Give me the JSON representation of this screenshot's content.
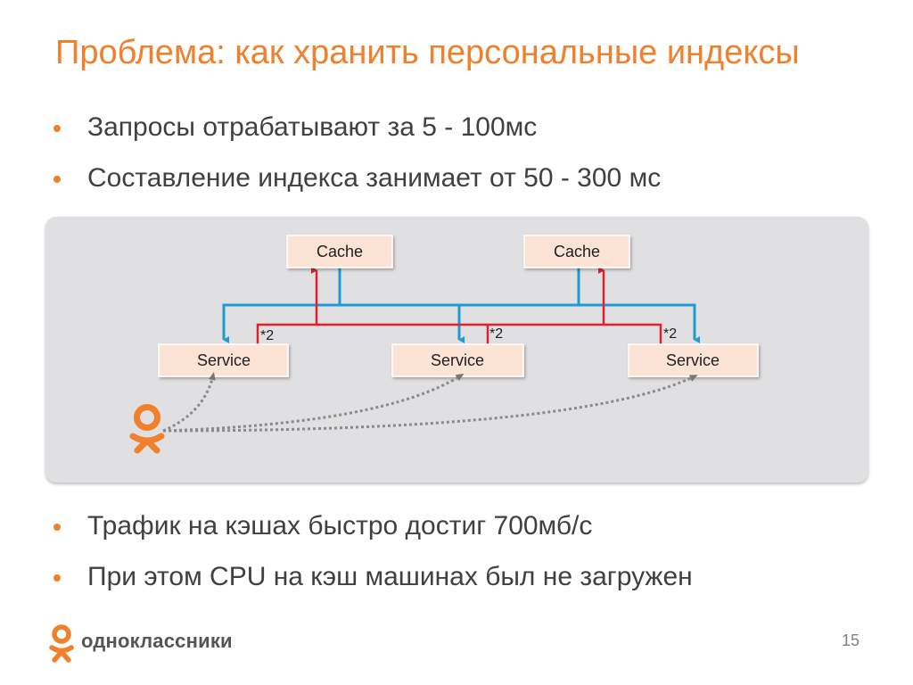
{
  "slide": {
    "title": "Проблема: как хранить персональные индексы",
    "bullets_top": [
      "Запросы отрабатывают за 5 - 100мс",
      "Составление индекса занимает от 50 - 300 мс"
    ],
    "bullets_bottom": [
      "Трафик на кэшах быстро достиг 700мб/с",
      "При этом CPU на кэш машинах был не загружен"
    ],
    "page_number": "15"
  },
  "diagram": {
    "caches": [
      "Cache",
      "Cache"
    ],
    "services": [
      "Service",
      "Service",
      "Service"
    ],
    "multipliers": [
      "*2",
      "*2",
      "*2"
    ]
  },
  "footer": {
    "brand": "одноклассники"
  },
  "colors": {
    "accent": "#f0802c",
    "box_fill": "#fbe4d5",
    "read_line": "#1e9ad6",
    "write_line": "#e3202a",
    "dotted_line": "#808080"
  },
  "icons": [
    "odnoklassniki-logo-icon",
    "arrow-head-icon"
  ]
}
